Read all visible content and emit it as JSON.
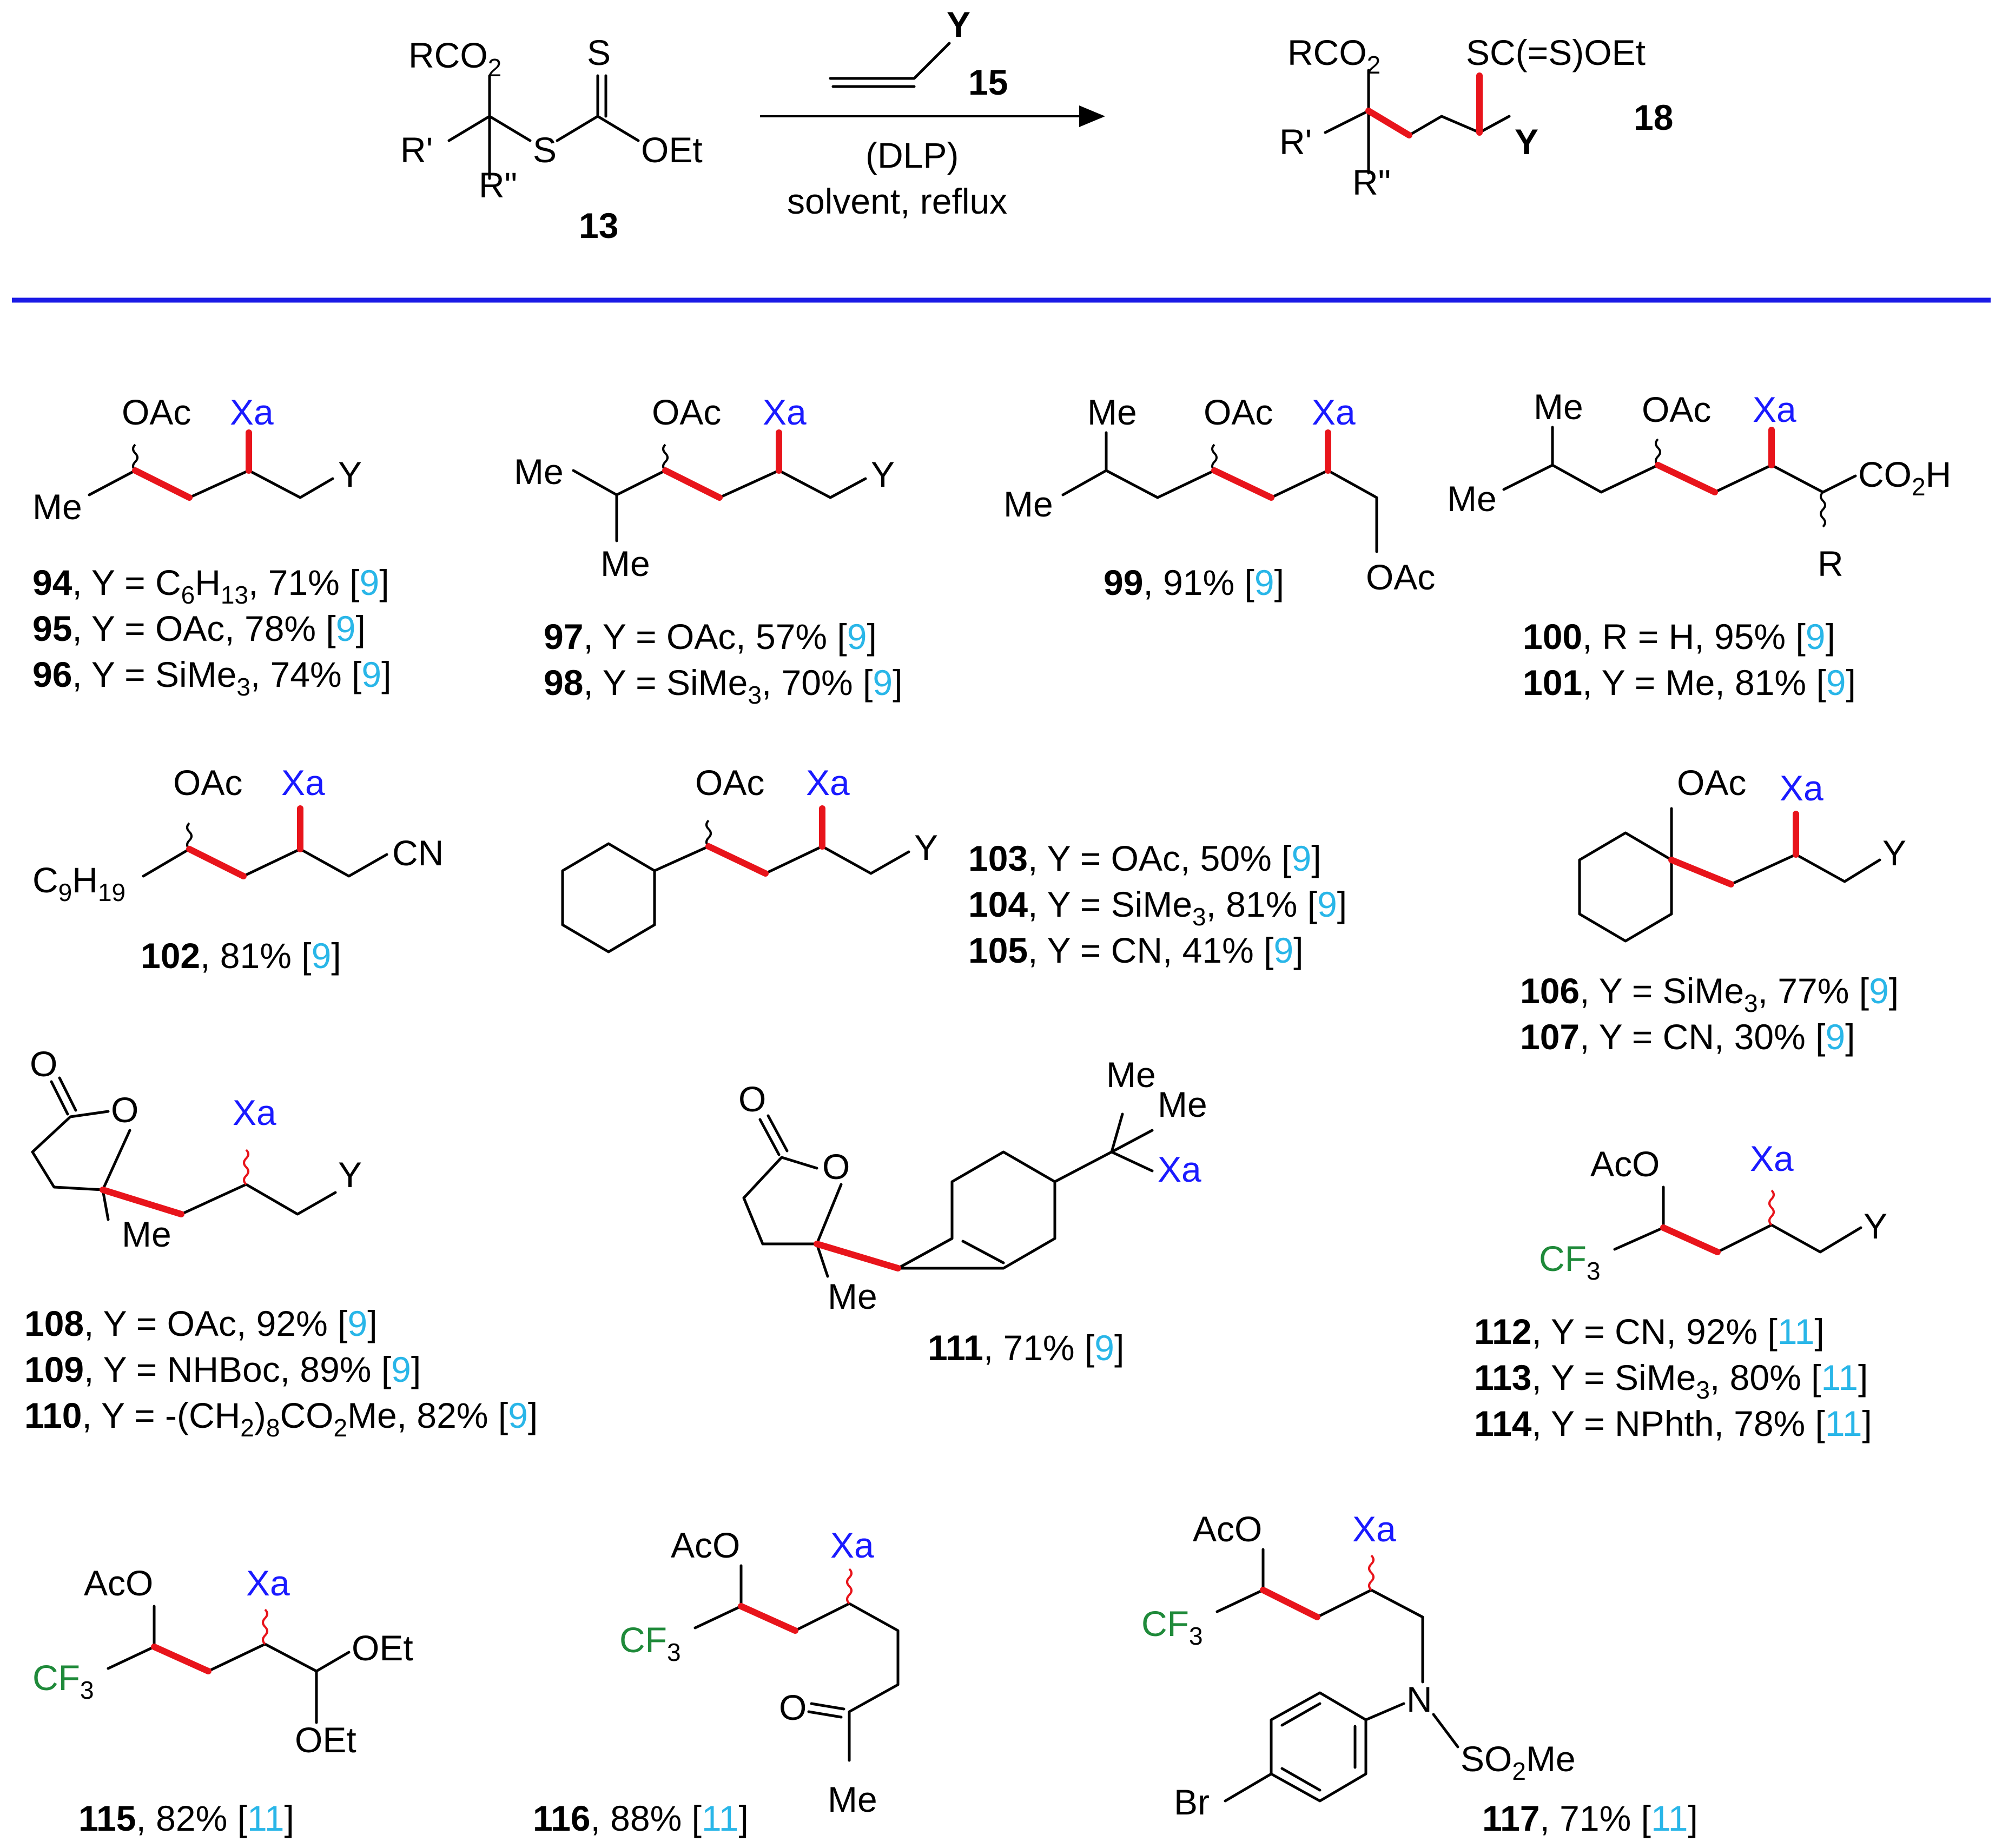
{
  "reaction": {
    "reactant_atoms": {
      "rco": "RCO",
      "rco_sub": "2",
      "r1": "R'",
      "r2": "R\"",
      "s": "S",
      "s_thione": "S",
      "oet": "OEt"
    },
    "reactant_number": "13",
    "reagent_y": "Y",
    "reagent_number": "15",
    "conditions_1": "(DLP)",
    "conditions_2": "solvent, reflux",
    "product_atoms": {
      "rco": "RCO",
      "rco_sub": "2",
      "xanthate": "SC(=S)OEt",
      "r1": "R'",
      "r2": "R\"",
      "y": "Y"
    },
    "product_number": "18",
    "separator_color": "#1a1ae6"
  },
  "labels": {
    "OAc": "OAc",
    "AcO": "AcO",
    "Xa": "Xa",
    "Y": "Y",
    "Me": "Me",
    "CN": "CN",
    "CO": "CO",
    "H": "H",
    "R": "R",
    "O": "O",
    "OEt": "OEt",
    "N": "N",
    "SO": "SO",
    "Br": "Br",
    "CF": "CF",
    "C": "C",
    "sub2": "2",
    "sub3": "3",
    "sub9": "9",
    "sub19": "19"
  },
  "compounds": [
    {
      "id": "94",
      "text": ", Y = C",
      "sub1": "6",
      "mid": "H",
      "sub2": "13",
      "after": ", 71% [",
      "ref": "9",
      "close": "]"
    },
    {
      "id": "95",
      "text": ", Y = OAc, 78% [",
      "ref": "9",
      "close": "]"
    },
    {
      "id": "96",
      "text": ", Y = SiMe",
      "sub": "3",
      "after": ", 74% [",
      "ref": "9",
      "close": "]"
    },
    {
      "id": "97",
      "text": ", Y = OAc, 57% [",
      "ref": "9",
      "close": "]"
    },
    {
      "id": "98",
      "text": ", Y = SiMe",
      "sub": "3",
      "after": ", 70% [",
      "ref": "9",
      "close": "]"
    },
    {
      "id": "99",
      "text": ", 91% [",
      "ref": "9",
      "close": "]"
    },
    {
      "id": "100",
      "text": ", R = H, 95% [",
      "ref": "9",
      "close": "]"
    },
    {
      "id": "101",
      "text": ", Y = Me, 81% [",
      "ref": "9",
      "close": "]"
    },
    {
      "id": "102",
      "text": ", 81% [",
      "ref": "9",
      "close": "]"
    },
    {
      "id": "103",
      "text": ", Y = OAc, 50% [",
      "ref": "9",
      "close": "]"
    },
    {
      "id": "104",
      "text": ", Y = SiMe",
      "sub": "3",
      "after": ", 81% [",
      "ref": "9",
      "close": "]"
    },
    {
      "id": "105",
      "text": ", Y = CN, 41% [",
      "ref": "9",
      "close": "]"
    },
    {
      "id": "106",
      "text": ", Y = SiMe",
      "sub": "3",
      "after": ", 77% [",
      "ref": "9",
      "close": "]"
    },
    {
      "id": "107",
      "text": ", Y = CN, 30% [",
      "ref": "9",
      "close": "]"
    },
    {
      "id": "108",
      "text": ", Y = OAc, 92% [",
      "ref": "9",
      "close": "]"
    },
    {
      "id": "109",
      "text": ", Y = NHBoc, 89% [",
      "ref": "9",
      "close": "]"
    },
    {
      "id": "110",
      "text": ", Y = -(CH",
      "sub1": "2",
      "mid": ")",
      "sub2": "8",
      "mid2": "CO",
      "sub3": "2",
      "after": "Me, 82% [",
      "ref": "9",
      "close": "]"
    },
    {
      "id": "111",
      "text": ", 71% [",
      "ref": "9",
      "close": "]"
    },
    {
      "id": "112",
      "text": ", Y = CN, 92% [",
      "ref": "11",
      "close": "]"
    },
    {
      "id": "113",
      "text": ", Y = SiMe",
      "sub": "3",
      "after": ", 80% [",
      "ref": "11",
      "close": "]"
    },
    {
      "id": "114",
      "text": ", Y = NPhth, 78% [",
      "ref": "11",
      "close": "]"
    },
    {
      "id": "115",
      "text": ", 82% [",
      "ref": "11",
      "close": "]"
    },
    {
      "id": "116",
      "text": ", 88% [",
      "ref": "11",
      "close": "]"
    },
    {
      "id": "117",
      "text": ", 71% [",
      "ref": "11",
      "close": "]"
    }
  ]
}
